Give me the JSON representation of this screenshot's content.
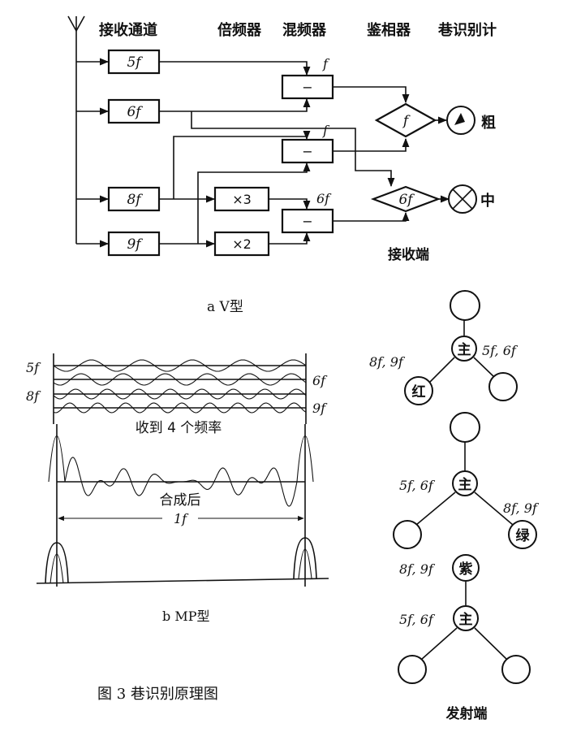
{
  "diagram_a": {
    "headers": {
      "receive_channel": "接收通道",
      "multiplier": "倍频器",
      "mixer": "混频器",
      "phase_detector": "鉴相器",
      "identifier": "巷识别计"
    },
    "channels": [
      "5f",
      "6f",
      "8f",
      "9f"
    ],
    "multipliers": [
      "×3",
      "×2"
    ],
    "mixer_symbol": "−",
    "mixer_outputs": [
      "f",
      "f",
      "6f"
    ],
    "detectors": [
      "f",
      "6f"
    ],
    "meter_labels": [
      "粗",
      "中"
    ],
    "receiver_label": "接收端",
    "caption": "a  V型"
  },
  "diagram_b": {
    "left_labels": [
      "5f",
      "8f"
    ],
    "right_labels": [
      "6f",
      "9f"
    ],
    "received_text": "收到 4 个频率",
    "combined_text": "合成后",
    "period_label": "1f",
    "caption": "b    MP型"
  },
  "figure_caption": "图 3    巷识别原理图",
  "transmitter": {
    "center_label": "主",
    "pair_a": "5f, 6f",
    "pair_b": "8f, 9f",
    "slaves": [
      "红",
      "绿",
      "紫"
    ],
    "label": "发射端"
  }
}
